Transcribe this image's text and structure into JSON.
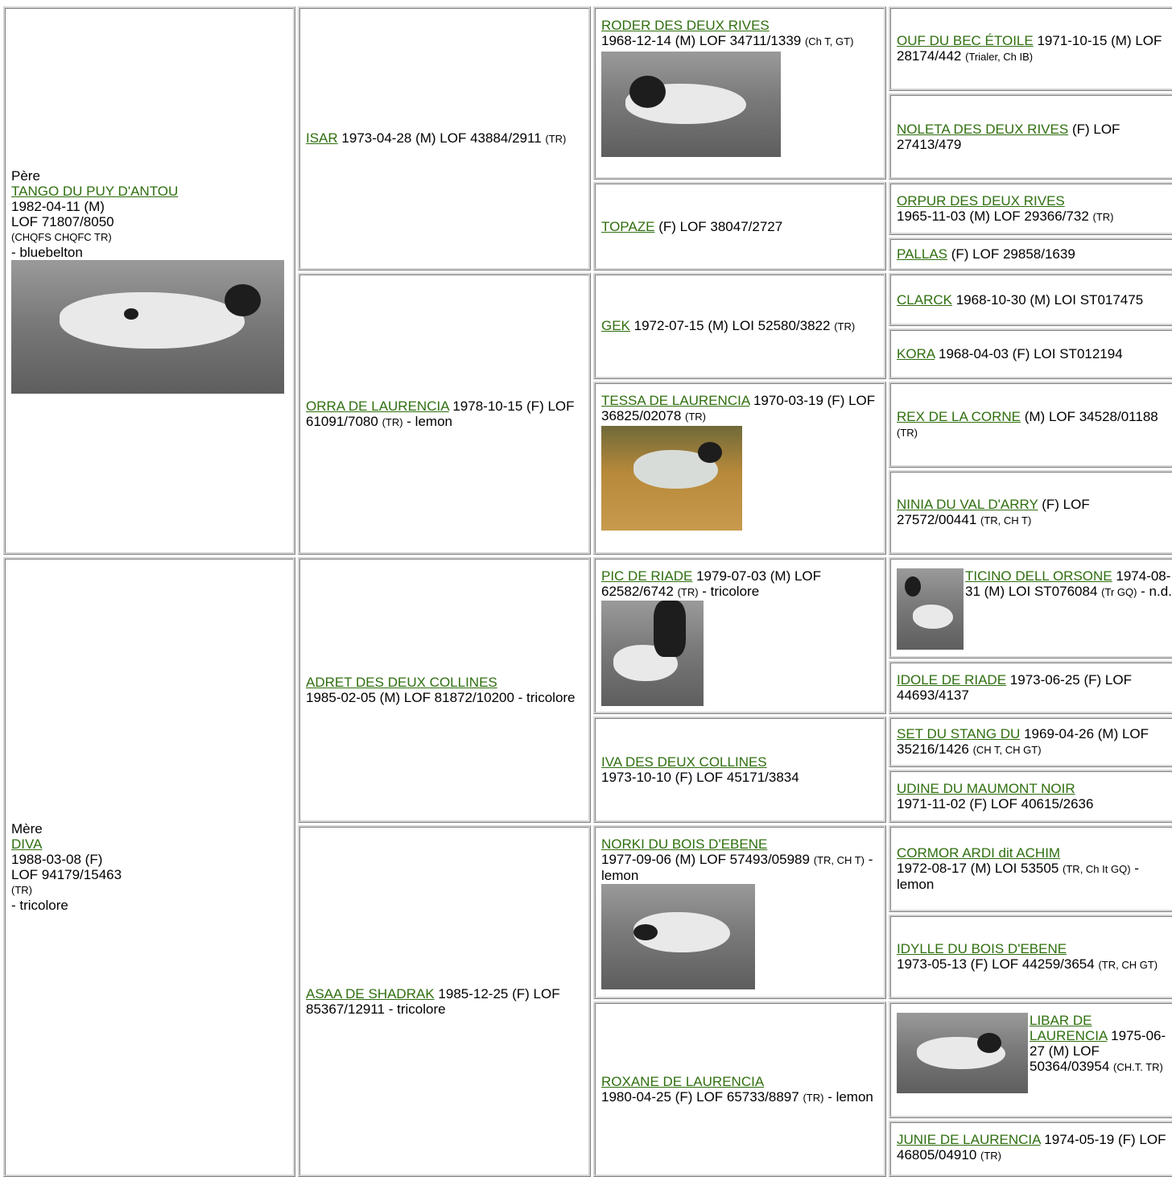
{
  "sire": {
    "role": "Père",
    "name": "TANGO DU PUY D'ANTOU",
    "birth": "1982-04-11 (M)",
    "reg": "LOF 71807/8050",
    "titles": "(CHQFS CHQFC TR)",
    "color": "- bluebelton"
  },
  "dam": {
    "role": "Mère",
    "name": "DIVA",
    "birth": "1988-03-08 (F)",
    "reg": "LOF 94179/15463",
    "titles": "(TR)",
    "color": "- tricolore"
  },
  "gen2": [
    {
      "name": "ISAR",
      "info": "1973-04-28 (M) LOF 43884/2911",
      "titles": "(TR)",
      "tail": ""
    },
    {
      "name": "ORRA DE LAURENCIA",
      "info": "1978-10-15 (F) LOF 61091/7080",
      "titles": "(TR)",
      "tail": "- lemon"
    },
    {
      "name": "ADRET DES DEUX COLLINES",
      "info": "1985-02-05 (M) LOF 81872/10200 - tricolore",
      "titles": "",
      "tail": ""
    },
    {
      "name": "ASAA DE SHADRAK",
      "info": "1985-12-25 (F) LOF 85367/12911 - tricolore",
      "titles": "",
      "tail": ""
    }
  ],
  "gen3": [
    {
      "name": "RODER DES DEUX RIVES",
      "info": "1968-12-14 (M) LOF 34711/1339",
      "titles": "(Ch T, GT)",
      "tail": ""
    },
    {
      "name": "TOPAZE",
      "info": "(F) LOF 38047/2727",
      "titles": "",
      "tail": ""
    },
    {
      "name": "GEK",
      "info": "1972-07-15 (M) LOI 52580/3822",
      "titles": "(TR)",
      "tail": ""
    },
    {
      "name": "TESSA DE LAURENCIA",
      "info": "1970-03-19 (F) LOF 36825/02078",
      "titles": "(TR)",
      "tail": ""
    },
    {
      "name": "PIC DE RIADE",
      "info": "1979-07-03 (M) LOF 62582/6742",
      "titles": "(TR)",
      "tail": "- tricolore"
    },
    {
      "name": "IVA DES DEUX COLLINES",
      "info": "1973-10-10 (F) LOF 45171/3834",
      "titles": "",
      "tail": ""
    },
    {
      "name": "NORKI DU BOIS D'EBENE",
      "info": "1977-09-06 (M) LOF 57493/05989",
      "titles": "(TR, CH T)",
      "tail": "- lemon"
    },
    {
      "name": "ROXANE DE LAURENCIA",
      "info": "1980-04-25 (F) LOF 65733/8897",
      "titles": "(TR)",
      "tail": "- lemon"
    }
  ],
  "gen4": [
    {
      "name": "OUF DU BEC ÉTOILE",
      "info": "1971-10-15 (M) LOF 28174/442",
      "titles": "(Trialer, Ch IB)",
      "tail": ""
    },
    {
      "name": "NOLETA DES DEUX RIVES",
      "info": "(F) LOF 27413/479",
      "titles": "",
      "tail": ""
    },
    {
      "name": "ORPUR DES DEUX RIVES",
      "info": "1965-11-03 (M) LOF 29366/732",
      "titles": "(TR)",
      "tail": ""
    },
    {
      "name": "PALLAS",
      "info": "(F) LOF 29858/1639",
      "titles": "",
      "tail": ""
    },
    {
      "name": "CLARCK",
      "info": "1968-10-30 (M) LOI ST017475",
      "titles": "",
      "tail": ""
    },
    {
      "name": "KORA",
      "info": "1968-04-03 (F) LOI ST012194",
      "titles": "",
      "tail": ""
    },
    {
      "name": "REX DE LA CORNE",
      "info": "(M) LOF 34528/01188",
      "titles": "(TR)",
      "tail": ""
    },
    {
      "name": "NINIA DU VAL D'ARRY",
      "info": "(F) LOF 27572/00441",
      "titles": "(TR, CH T)",
      "tail": ""
    },
    {
      "name": "TICINO DELL ORSONE",
      "info": "1974-08-31 (M) LOI ST076084",
      "titles": "(Tr GQ)",
      "tail": "- n.d."
    },
    {
      "name": "IDOLE DE RIADE",
      "info": "1973-06-25 (F) LOF 44693/4137",
      "titles": "",
      "tail": ""
    },
    {
      "name": "SET DU STANG DU",
      "info": "1969-04-26 (M) LOF 35216/1426",
      "titles": "(CH T, CH GT)",
      "tail": ""
    },
    {
      "name": "UDINE DU MAUMONT NOIR",
      "info": "1971-11-02 (F) LOF 40615/2636",
      "titles": "",
      "tail": ""
    },
    {
      "name": "CORMOR ARDI dit ACHIM",
      "info": "1972-08-17 (M) LOI 53505",
      "titles": "(TR, Ch It GQ)",
      "tail": "- lemon"
    },
    {
      "name": "IDYLLE DU BOIS D'EBENE",
      "info": "1973-05-13 (F) LOF 44259/3654",
      "titles": "(TR, CH GT)",
      "tail": ""
    },
    {
      "name": "LIBAR DE LAURENCIA",
      "info": "1975-06-27 (M) LOF 50364/03954",
      "titles": "(CH.T. TR)",
      "tail": ""
    },
    {
      "name": "JUNIE DE LAURENCIA",
      "info": "1974-05-19 (F) LOF 46805/04910",
      "titles": "(TR)",
      "tail": ""
    }
  ]
}
